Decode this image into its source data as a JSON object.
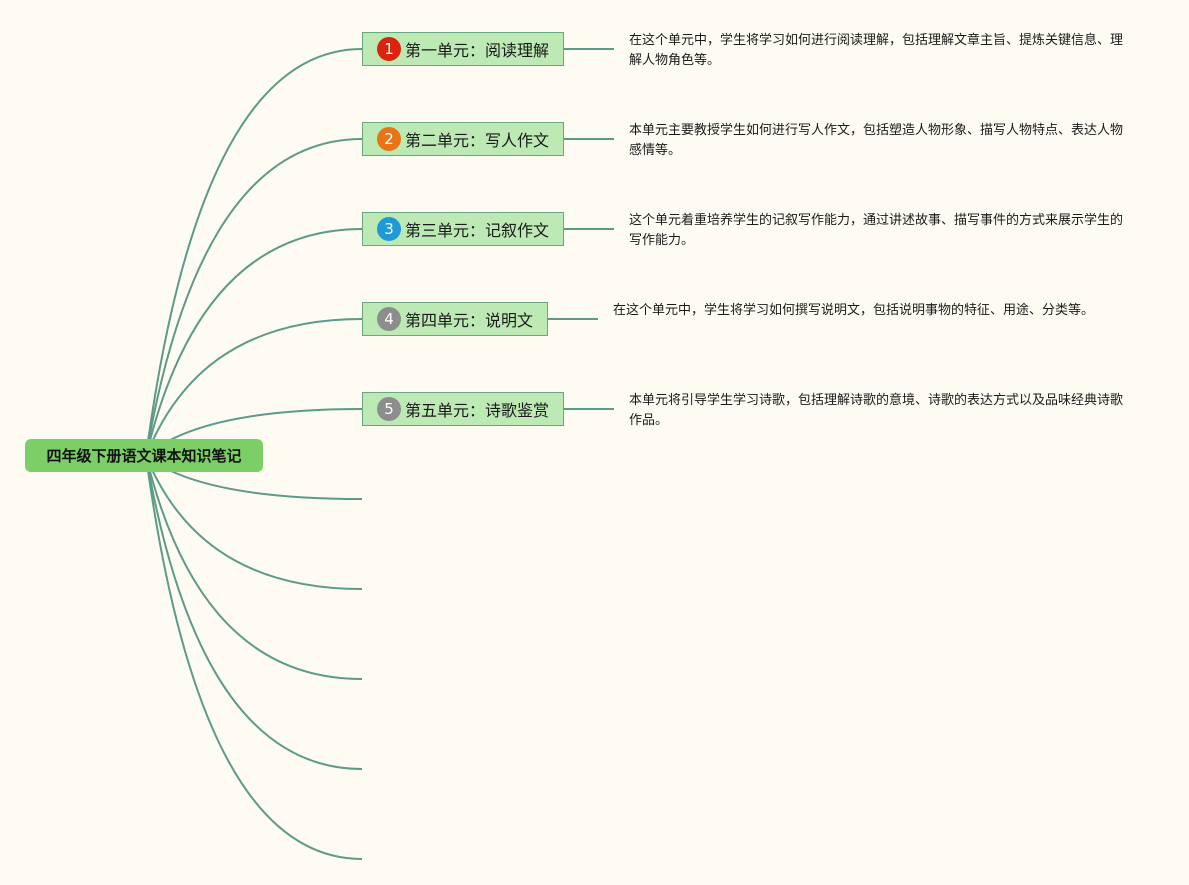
{
  "root": {
    "label": "四年级下册语文课本知识笔记"
  },
  "topics": [
    {
      "number": "1",
      "label": "第一单元：阅读理解",
      "badge_color": "#d9250f",
      "desc": "在这个单元中，学生将学习如何进行阅读理解，包括理解文章主旨、提炼关键信息、理解人物角色等。"
    },
    {
      "number": "2",
      "label": "第二单元：写人作文",
      "badge_color": "#e87416",
      "desc": "本单元主要教授学生如何进行写人作文，包括塑造人物形象、描写人物特点、表达人物感情等。"
    },
    {
      "number": "3",
      "label": "第三单元：记叙作文",
      "badge_color": "#1f9ad8",
      "desc": "这个单元着重培养学生的记叙写作能力，通过讲述故事、描写事件的方式来展示学生的写作能力。"
    },
    {
      "number": "4",
      "label": "第四单元：说明文",
      "badge_color": "#8d8d8d",
      "desc": "在这个单元中，学生将学习如何撰写说明文，包括说明事物的特征、用途、分类等。"
    },
    {
      "number": "5",
      "label": "第五单元：诗歌鉴赏",
      "badge_color": "#8d8d8d",
      "desc": "本单元将引导学生学习诗歌，包括理解诗歌的意境、诗歌的表达方式以及品味经典诗歌作品。"
    }
  ],
  "empty_branch_count": 5,
  "colors": {
    "line": "#5e9a88",
    "topic_fill": "#bde9b4",
    "root_fill": "#7ccf66",
    "background": "#fefcf2"
  }
}
